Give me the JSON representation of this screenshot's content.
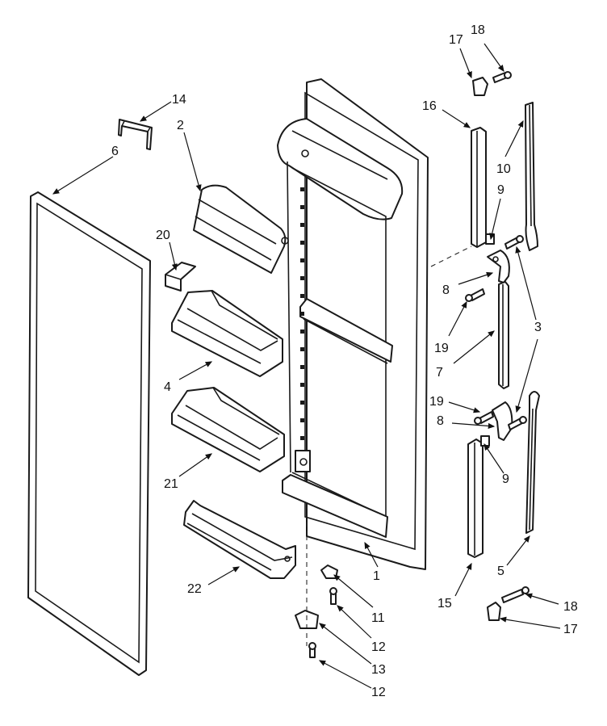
{
  "callouts": [
    {
      "id": "1",
      "label": "1"
    },
    {
      "id": "2",
      "label": "2"
    },
    {
      "id": "3",
      "label": "3"
    },
    {
      "id": "4",
      "label": "4"
    },
    {
      "id": "5",
      "label": "5"
    },
    {
      "id": "6",
      "label": "6"
    },
    {
      "id": "7",
      "label": "7"
    },
    {
      "id": "8a",
      "label": "8"
    },
    {
      "id": "8b",
      "label": "8"
    },
    {
      "id": "9a",
      "label": "9"
    },
    {
      "id": "9b",
      "label": "9"
    },
    {
      "id": "10",
      "label": "10"
    },
    {
      "id": "11",
      "label": "11"
    },
    {
      "id": "12a",
      "label": "12"
    },
    {
      "id": "12b",
      "label": "12"
    },
    {
      "id": "13",
      "label": "13"
    },
    {
      "id": "14",
      "label": "14"
    },
    {
      "id": "15",
      "label": "15"
    },
    {
      "id": "16",
      "label": "16"
    },
    {
      "id": "17a",
      "label": "17"
    },
    {
      "id": "17b",
      "label": "17"
    },
    {
      "id": "18a",
      "label": "18"
    },
    {
      "id": "18b",
      "label": "18"
    },
    {
      "id": "19a",
      "label": "19"
    },
    {
      "id": "19b",
      "label": "19"
    },
    {
      "id": "20",
      "label": "20"
    },
    {
      "id": "21",
      "label": "21"
    },
    {
      "id": "22",
      "label": "22"
    }
  ]
}
